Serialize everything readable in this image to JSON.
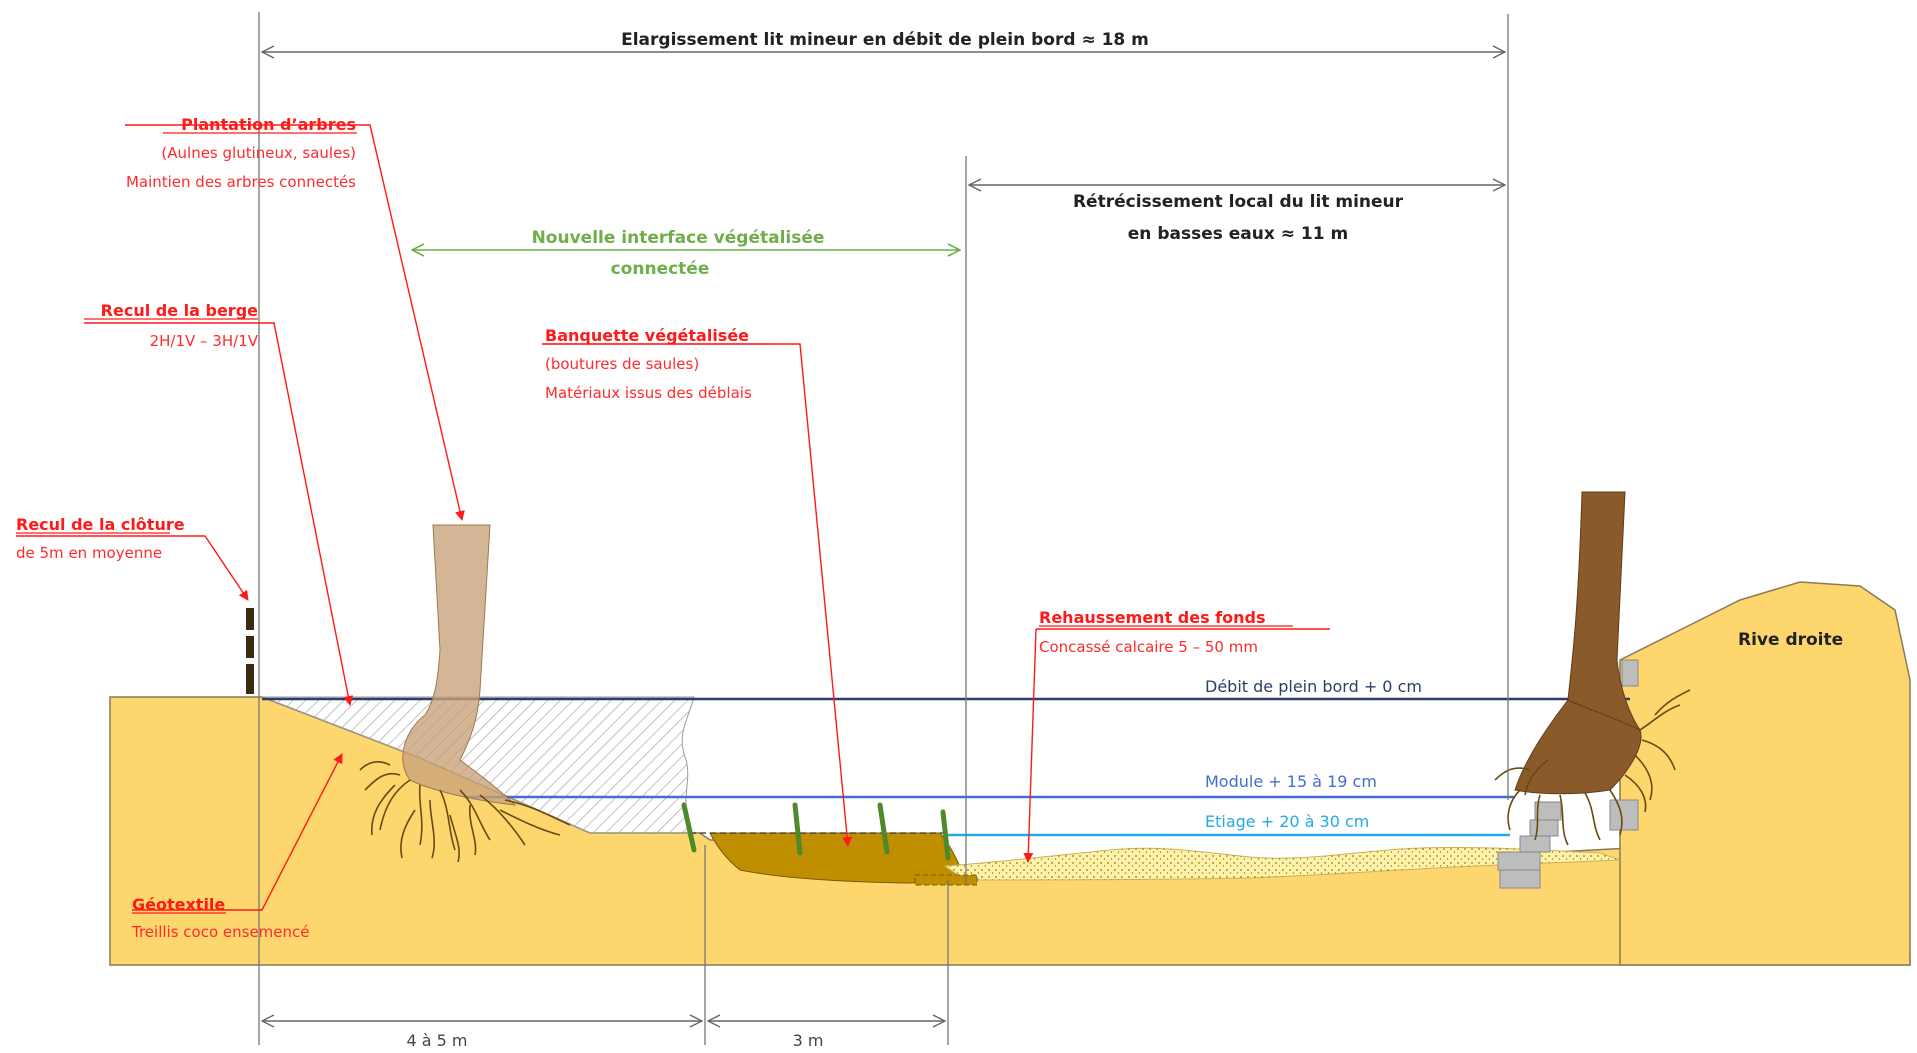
{
  "dimensions": {
    "top_width": "Elargissement lit mineur en débit de plein bord ≈ 18 m",
    "narrowing_line1": "Rétrécissement local du lit mineur",
    "narrowing_line2": "en basses eaux ≈ 11 m",
    "bottom_left": "4 à 5 m",
    "bottom_right": "3 m"
  },
  "annotations": {
    "tree_planting": {
      "title": "Plantation d’arbres",
      "line1": "(Aulnes glutineux, saules)",
      "line2": "Maintien des arbres connectés"
    },
    "bank_setback": {
      "title": "Recul de la berge",
      "line1": "2H/1V – 3H/1V"
    },
    "fence_setback": {
      "title": "Recul de la clôture",
      "line1": "de 5m en moyenne"
    },
    "green_interface": {
      "line1": "Nouvelle interface végétalisée",
      "line2": "connectée"
    },
    "bench": {
      "title": "Banquette végétalisée",
      "line1": "(boutures de saules)",
      "line2": "Matériaux issus des déblais"
    },
    "bed_raise": {
      "title": "Rehaussement des fonds",
      "line1": "Concassé calcaire 5 – 50 mm"
    },
    "geotextile": {
      "title": "Géotextile",
      "line1": "Treillis coco ensemencé"
    },
    "right_bank": "Rive droite"
  },
  "water_levels": {
    "bankfull": "Débit de plein bord + 0 cm",
    "module": "Module + 15 à 19 cm",
    "low_flow": "Etiage + 20 à 30 cm"
  },
  "colors": {
    "soil": "#fdd66e",
    "soil_stroke": "#8a7a55",
    "bench": "#bf8f00",
    "gravel": "#fff2a8",
    "tree_trunk_left": "#c8a27a",
    "tree_trunk_right": "#8a5a2b",
    "roots": "#6b4a12",
    "fence": "#3b2a12",
    "annotation_red": "#ff1a1a",
    "interface_green": "#6fae4a",
    "water_bankfull": "#2c3f66",
    "water_module": "#3f6fd0",
    "water_low": "#22a9e6",
    "cuttings": "#4f8a2a",
    "wall": "#bdbdbd"
  }
}
